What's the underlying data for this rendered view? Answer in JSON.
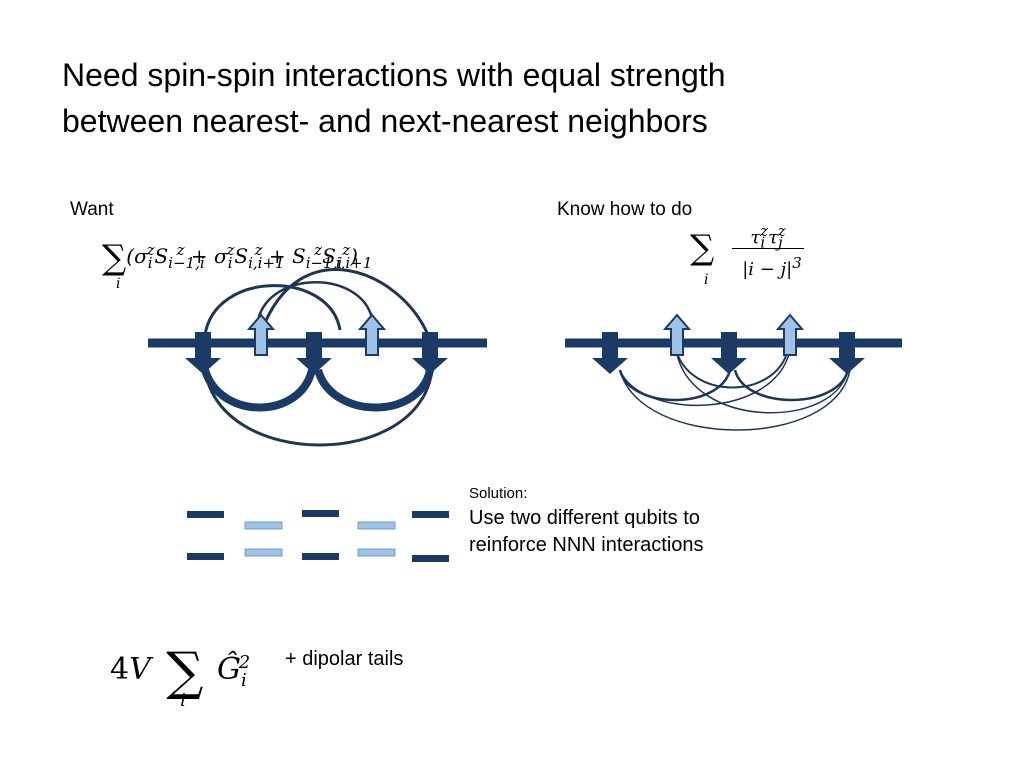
{
  "title_line1": "Need spin-spin interactions with equal strength",
  "title_line2": "between nearest- and next-nearest neighbors",
  "want_label": "Want",
  "know_label": "Know how to do",
  "solution": {
    "head": "Solution:",
    "line1": "Use two different qubits to",
    "line2": "reinforce NNN interactions"
  },
  "tails_text": "+  dipolar tails",
  "colors": {
    "dark": "#1b3a66",
    "light": "#9ec3e6",
    "line": "#1f3556"
  }
}
